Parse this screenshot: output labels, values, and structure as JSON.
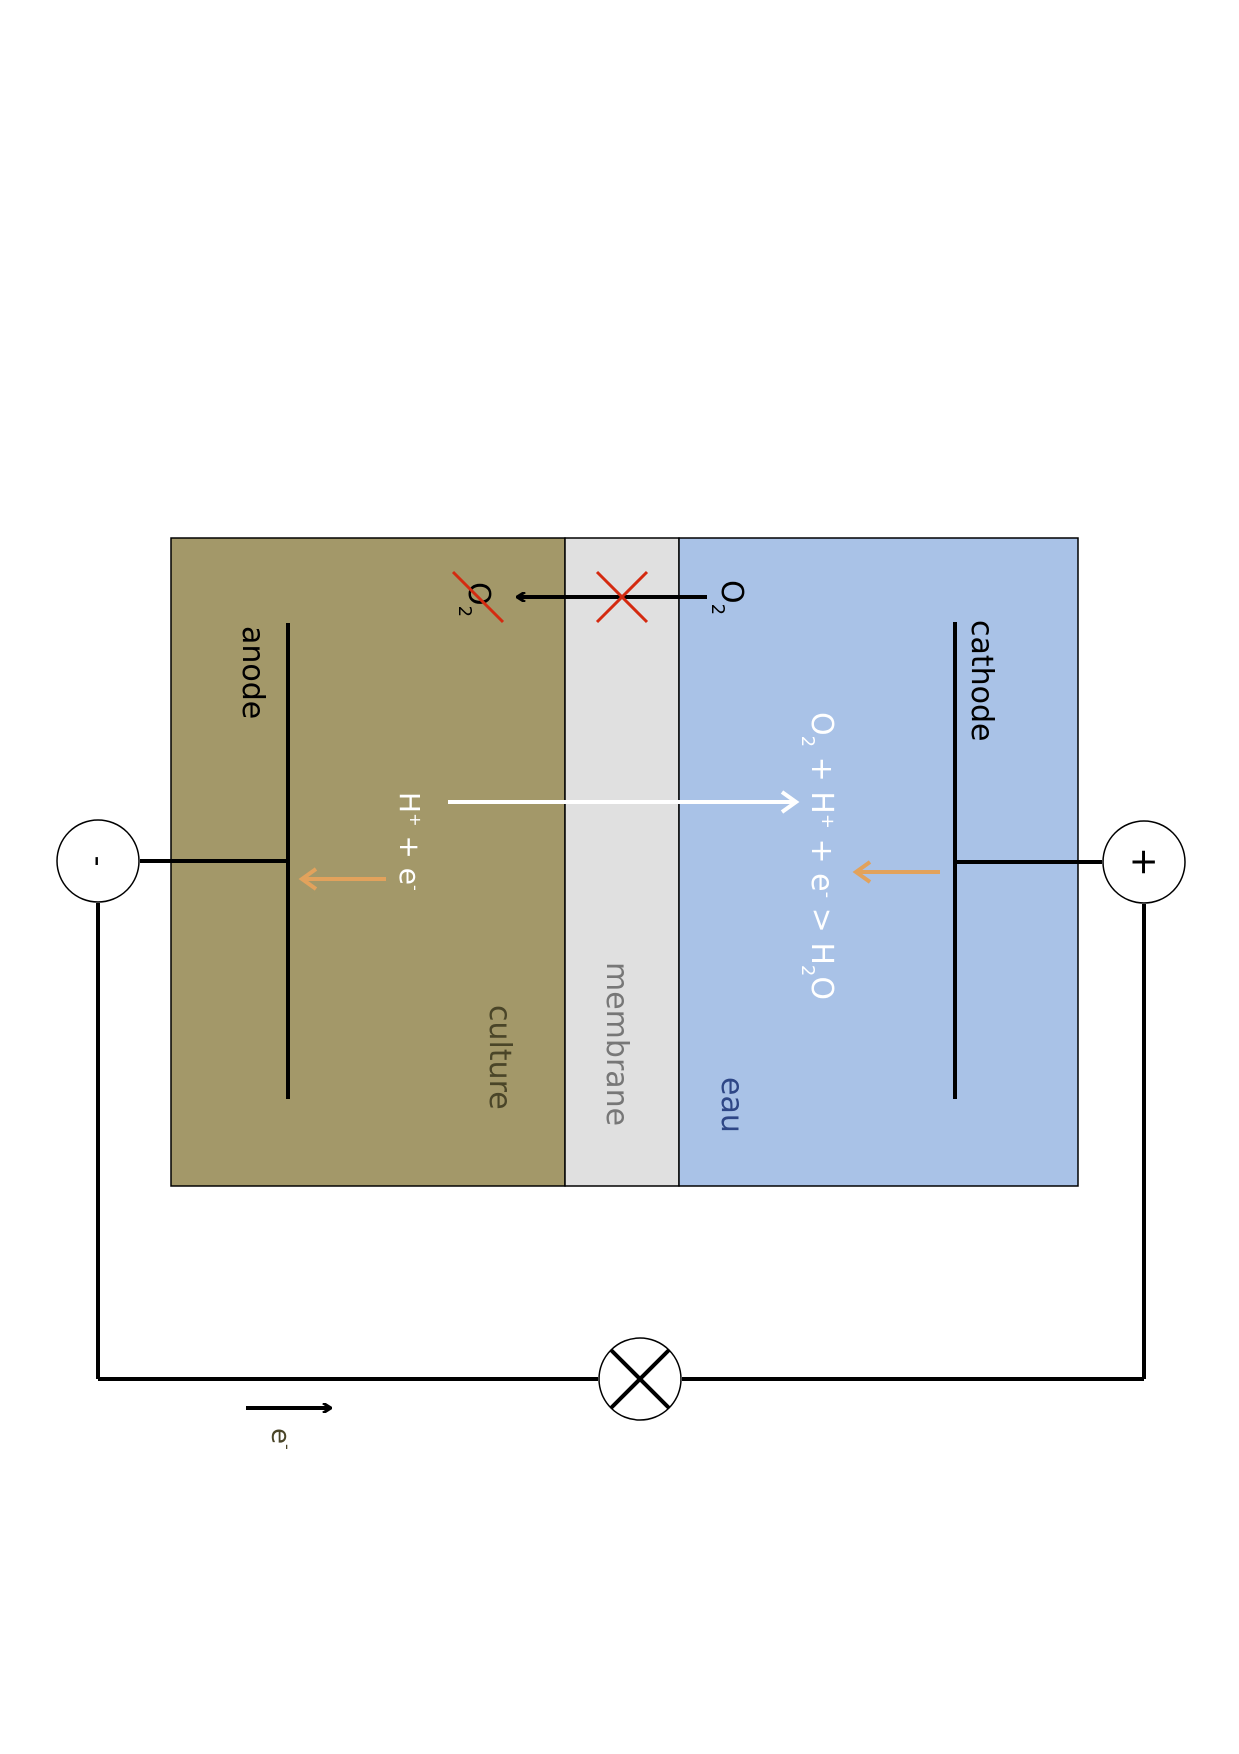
{
  "labels": {
    "anode": "anode",
    "cathode": "cathode",
    "culture": "culture",
    "membrane": "membrane",
    "eau": "eau",
    "o2_right": "O",
    "o2_right_sub": "2",
    "o2_left": "O",
    "o2_left_sub": "2",
    "anode_reaction": {
      "h": "H",
      "h_sup": "+",
      "plus": " + e",
      "e_sup": "-"
    },
    "cathode_reaction": {
      "o": "O",
      "o_sub": "2",
      "p1": " + H",
      "h_sup": "+",
      "p2": " + e",
      "e_sup": "-",
      "p3": " > H",
      "h_sub": "2",
      "p4": "O"
    },
    "minus_terminal": "-",
    "plus_terminal": "+",
    "electron_flow": "e",
    "electron_flow_sup": "-"
  },
  "colors": {
    "culture": "#a39869",
    "membrane": "#e0e0e0",
    "eau": "#a9c2e7",
    "orange_arrow": "#e2a25c",
    "cross": "#d42a10",
    "culture_text": "#4a4528",
    "membrane_text": "#777777",
    "eau_text": "#2e4686"
  }
}
